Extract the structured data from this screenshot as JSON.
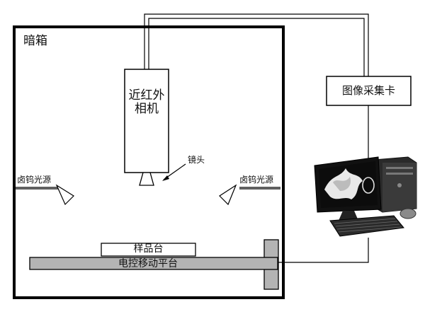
{
  "labels": {
    "dark_box": "暗箱",
    "camera": "近红外相机",
    "lens": "镜头",
    "lamp_left": "卤钨光源",
    "lamp_right": "卤钨光源",
    "sample_stage": "样品台",
    "motion_stage": "电控移动平台",
    "capture_card": "图像采集卡"
  },
  "icons": {
    "computer": "desktop-computer-icon"
  },
  "colors": {
    "frame": "#000000",
    "stage_fill": "#b4b4b4"
  }
}
